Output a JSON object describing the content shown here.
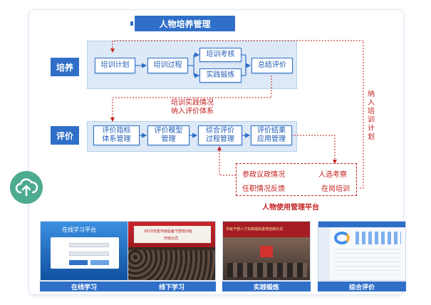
{
  "title": "人物培养管理",
  "sections": {
    "train": "培养",
    "eval": "评价"
  },
  "train_nodes": [
    "培训计划",
    "培训过程",
    "培训考核",
    "实践锻炼",
    "总结评价"
  ],
  "eval_nodes": [
    {
      "line1": "评价指标",
      "line2": "体系管理"
    },
    {
      "line1": "评价模型",
      "line2": "管理"
    },
    {
      "line1": "综合评价",
      "line2": "过程管理"
    },
    {
      "line1": "评价结果",
      "line2": "应用管理"
    }
  ],
  "feedback": {
    "line1": "培训实践情况",
    "line2": "纳入评价体系"
  },
  "side_note": [
    "纳",
    "入",
    "培",
    "训",
    "计",
    "划"
  ],
  "platform": {
    "title": "人物使用管理平台",
    "items": [
      "参政议政情况",
      "人选考察",
      "任职情况反馈",
      "在岗培训"
    ]
  },
  "thumb_texts": {
    "online_header": "在线学习平台",
    "offline_banner": "2023年度市级后备干部培训班",
    "offline_sub": "开班仪式",
    "practice_banner": "市级干部人才实践锻炼基地挂牌仪式"
  },
  "captions": [
    "在线学习",
    "线下学习",
    "实践锻炼",
    "综合评价"
  ],
  "colors": {
    "primary": "#2f6fc8",
    "red": "#c41e1e",
    "band": "#dde9f7",
    "cloud": "#4dab8f"
  }
}
